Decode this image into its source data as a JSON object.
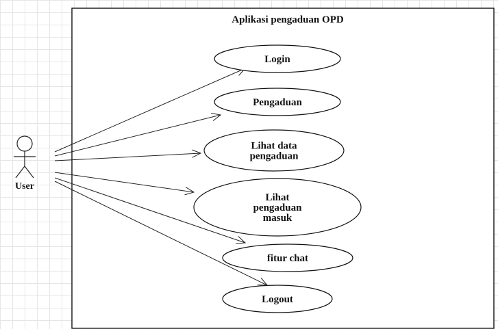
{
  "diagram": {
    "title": "Aplikasi pengaduan OPD",
    "actor": {
      "label": "User",
      "icon": "stick-figure-actor-icon"
    },
    "use_cases": [
      {
        "id": "login",
        "lines": [
          "Login"
        ]
      },
      {
        "id": "pengaduan",
        "lines": [
          "Pengaduan"
        ]
      },
      {
        "id": "lihat-data-pengaduan",
        "lines": [
          "Lihat data",
          "pengaduan"
        ]
      },
      {
        "id": "lihat-pengaduan-masuk",
        "lines": [
          "Lihat",
          "pengaduan",
          "masuk"
        ]
      },
      {
        "id": "fitur-chat",
        "lines": [
          "fitur chat"
        ]
      },
      {
        "id": "logout",
        "lines": [
          "Logout"
        ]
      }
    ],
    "associations": [
      {
        "from": "actor",
        "to": "login"
      },
      {
        "from": "actor",
        "to": "pengaduan"
      },
      {
        "from": "actor",
        "to": "lihat-data-pengaduan"
      },
      {
        "from": "actor",
        "to": "lihat-pengaduan-masuk"
      },
      {
        "from": "actor",
        "to": "fitur-chat"
      },
      {
        "from": "actor",
        "to": "logout"
      }
    ]
  }
}
